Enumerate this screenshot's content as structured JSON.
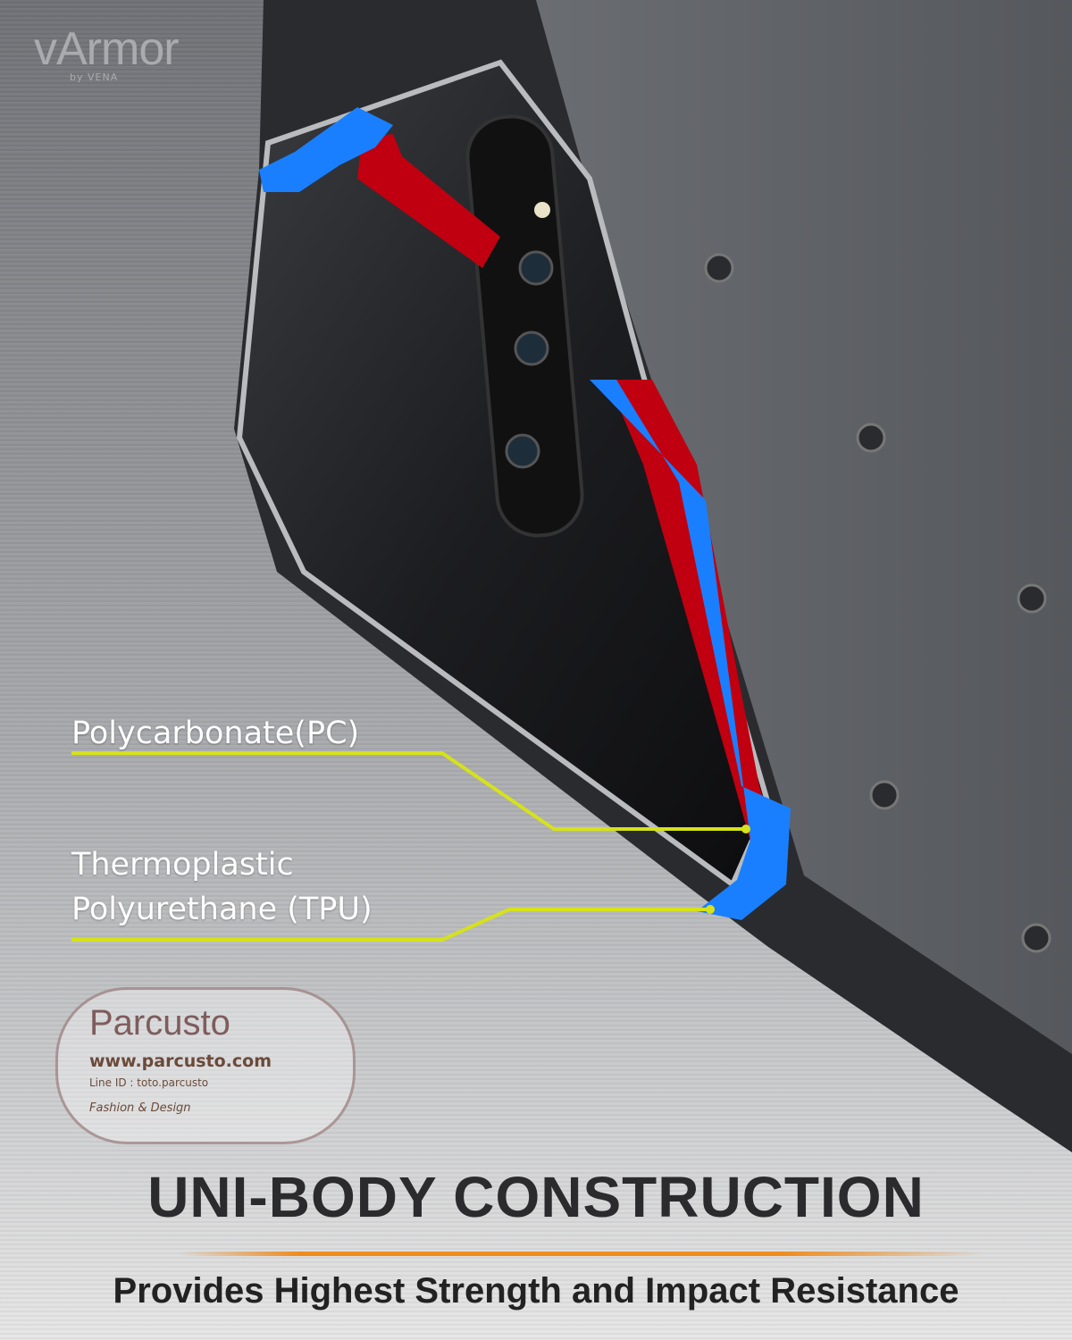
{
  "brand": {
    "logo": "vArmor",
    "byline": "by VENA"
  },
  "labels": {
    "pc": "Polycarbonate(PC)",
    "tpu_line1": "Thermoplastic",
    "tpu_line2": "Polyurethane (TPU)"
  },
  "headline": "UNI-BODY CONSTRUCTION",
  "subheadline": "Provides Highest Strength and Impact Resistance",
  "watermark": {
    "name": "Parcusto",
    "url": "www.parcusto.com",
    "line_id": "Line ID : toto.parcusto",
    "tagline": "Fashion & Design"
  },
  "colors": {
    "pc_layer": "#c00010",
    "tpu_layer": "#1a7fff",
    "callout": "#d6e21a",
    "accent": "#f08c1e"
  }
}
